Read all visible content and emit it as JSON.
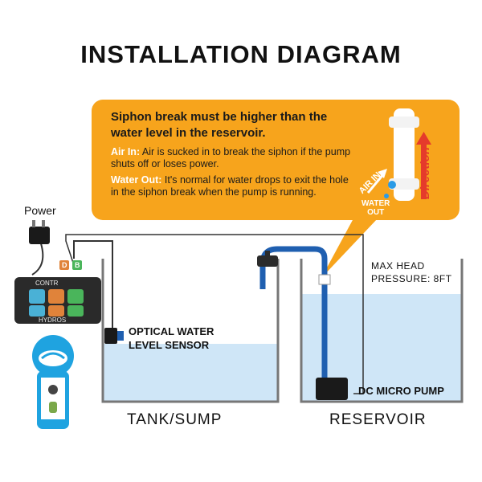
{
  "title": "INSTALLATION DIAGRAM",
  "callout": {
    "heading": "Siphon break must be higher than the water level in the reservoir.",
    "air_in_key": "Air In:",
    "air_in_text": " Air is sucked in to break the siphon if the pump shuts off or loses power.",
    "water_out_key": "Water Out:",
    "water_out_text": " It's normal for water drops to exit the hole in the siphon break when the pump is running.",
    "air_in_label": "AIR IN",
    "water_out_label_1": "WATER",
    "water_out_label_2": "OUT",
    "direction_label": "Direction"
  },
  "labels": {
    "power": "Power",
    "optical_sensor_1": "OPTICAL WATER",
    "optical_sensor_2": "LEVEL SENSOR",
    "pump": "DC MICRO PUMP",
    "max_head_1": "MAX HEAD",
    "max_head_2": "PRESSURE: 8FT",
    "tank": "TANK/SUMP",
    "reservoir": "RESERVOIR"
  },
  "controller": {
    "brand": "HYDROS",
    "model_label": "CONTR",
    "port_letters": [
      "D",
      "B"
    ]
  },
  "colors": {
    "callout": "#f7a41c",
    "water": "#cfe6f7",
    "pipe": "#1f5fb0",
    "direction": "#e53b2b",
    "app_blue": "#1fa3e0"
  }
}
